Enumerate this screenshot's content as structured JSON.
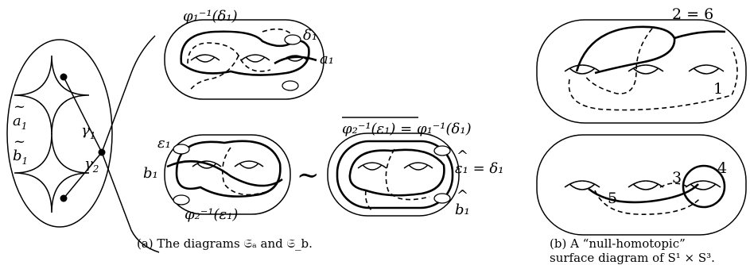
{
  "panel_a": {
    "base": {
      "a1": "a",
      "a1_sub": "1",
      "b1": "b",
      "b1_sub": "1",
      "gamma1": "γ",
      "gamma1_sub": "1",
      "gamma2": "γ",
      "gamma2_sub": "2"
    },
    "top_surface": {
      "phi_label": "φ₁⁻¹(δ₁)",
      "delta1": "δ₁",
      "a1": "a₁"
    },
    "bottom_left_surface": {
      "epsilon1": "ε₁",
      "b1": "b₁",
      "phi2_label": "φ₂⁻¹(ε₁)"
    },
    "equivalence_symbol": "∼",
    "bottom_right_surface": {
      "equation_top": "φ₂⁻¹(ε₁) = φ₁⁻¹(δ₁)",
      "epsilon_eq": "ε₁ = δ₁",
      "b1_hat": "b₁"
    },
    "caption": "(a)  The diagrams 𝔖ₐ and 𝔖_b."
  },
  "panel_b": {
    "top_surface": {
      "label_top": "2 = 6",
      "label_1": "1"
    },
    "bottom_surface": {
      "label_5": "5",
      "label_3": "3",
      "label_4": "4"
    },
    "caption_line1": "(b)   A   “null-homotopic”",
    "caption_line2": "surface diagram of S¹ × S³."
  }
}
